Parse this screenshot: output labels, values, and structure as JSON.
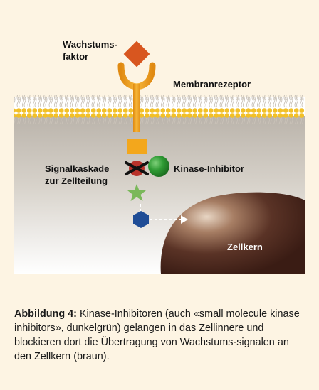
{
  "labels": {
    "growth_factor_line1": "Wachstums-",
    "growth_factor_line2": "faktor",
    "receptor": "Membranrezeptor",
    "cascade_line1": "Signalkaskade",
    "cascade_line2": "zur Zellteilung",
    "inhibitor": "Kinase-Inhibitor",
    "nucleus": "Zellkern"
  },
  "caption": {
    "title": "Abbildung 4:",
    "text": "Kinase-Inhibitoren (auch «small molecule kinase inhibitors», dunkelgrün) gelangen in das Zellinnere und blockieren dort die Übertragung von Wachstums-signalen an den Zellkern (braun)."
  },
  "colors": {
    "background": "#fdf4e3",
    "growth_factor": "#d8561f",
    "receptor": "#f0a21e",
    "membrane_head": "#f2c027",
    "cell_interior": "#c6c0b6",
    "nucleus": "#4a2a20",
    "inhibitor": "#2e8b2e",
    "star": "#7ab85a",
    "hexagon": "#1f4d96",
    "red_kinase": "#c0392b"
  }
}
